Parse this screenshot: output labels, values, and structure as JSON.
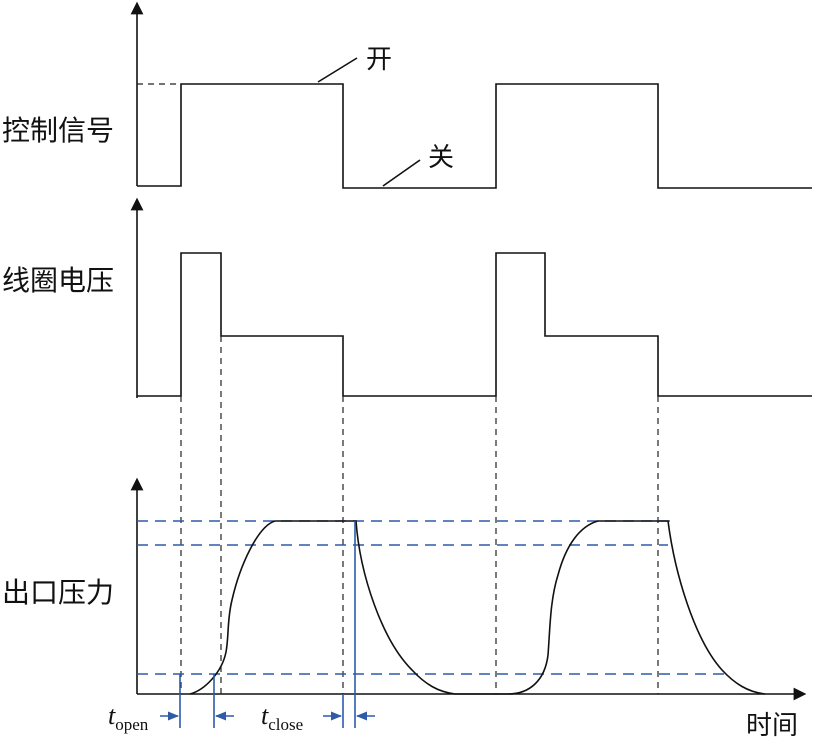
{
  "labels": {
    "control_signal": "控制信号",
    "coil_voltage": "线圈电压",
    "outlet_pressure": "出口压力",
    "on": "开",
    "off": "关",
    "time_axis": "时间",
    "t_open_main": "t",
    "t_open_sub": "open",
    "t_close_main": "t",
    "t_close_sub": "close"
  },
  "colors": {
    "signal": "#111111",
    "reference": "#2f5aa8"
  }
}
